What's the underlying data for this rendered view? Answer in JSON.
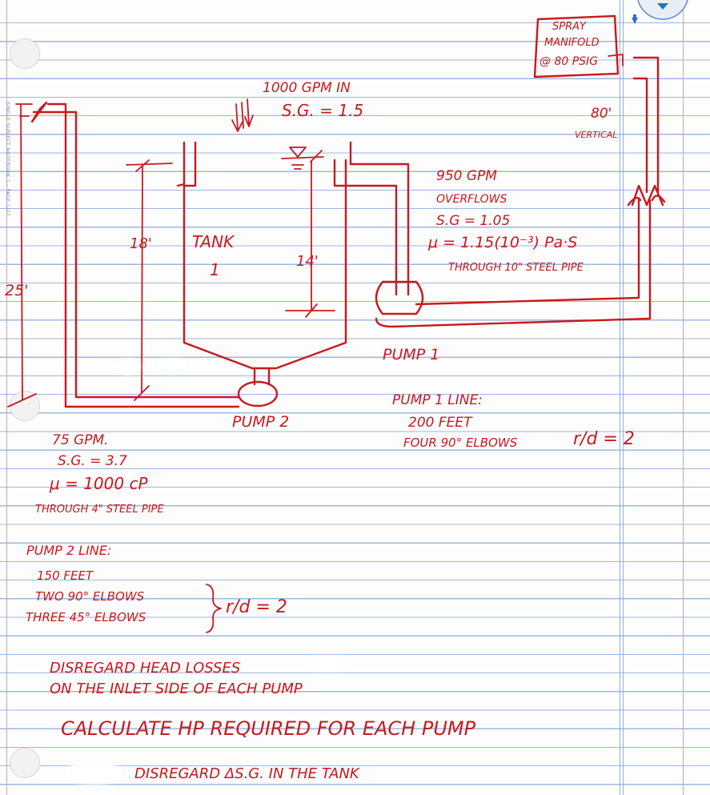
{
  "notes": {
    "inflow_rate": "1000 GPM IN",
    "inflow_sg": "S.G. = 1.5",
    "overflow_rate": "950 GPM",
    "overflow_label": "OVERFLOWS",
    "overflow_sg": "S.G = 1.05",
    "overflow_mu": "μ = 1.15(10⁻³) Pa·S",
    "overflow_pipe": "THROUGH 10\" STEEL PIPE",
    "spray_line1": "SPRAY",
    "spray_line2": "MANIFOLD",
    "spray_line3": "@ 80 PSIG",
    "vertical_height": "80'",
    "vertical_label": "VERTICAL",
    "tank_label": "TANK",
    "tank_number": "1",
    "tank_height": "18'",
    "liquid_level": "14'",
    "left_height": "25'",
    "pump1_label": "PUMP 1",
    "pump2_label": "PUMP 2",
    "pump1_line_title": "PUMP 1 LINE:",
    "pump1_line_length": "200 FEET",
    "pump1_line_elbows": "FOUR 90° ELBOWS",
    "pump1_rd": "r/d = 2",
    "pump2_rate": "75 GPM.",
    "pump2_sg": "S.G. = 3.7",
    "pump2_mu": "μ = 1000 cP",
    "pump2_pipe": "THROUGH 4\" STEEL PIPE",
    "pump2_line_title": "PUMP 2 LINE:",
    "pump2_line_length": "150 FEET",
    "pump2_line_elbows90": "TWO 90° ELBOWS",
    "pump2_line_elbows45": "THREE 45° ELBOWS",
    "pump2_rd": "r/d = 2",
    "disregard_head": "DISREGARD HEAD LOSSES",
    "disregard_head2": "ON THE INLET SIDE OF EACH PUMP",
    "calculate": "CALCULATE HP REQUIRED FOR EACH PUMP",
    "disregard_sg": "DISREGARD ΔS.G. IN THE TANK"
  },
  "paper": {
    "spine_text": "SINGLE SUBJECT NOTEBOOK 1 - PAGE 1/27",
    "rule_color": "#9fb7d9",
    "margin_color": "#c7a3b6",
    "ink_color": "#c8191e"
  }
}
